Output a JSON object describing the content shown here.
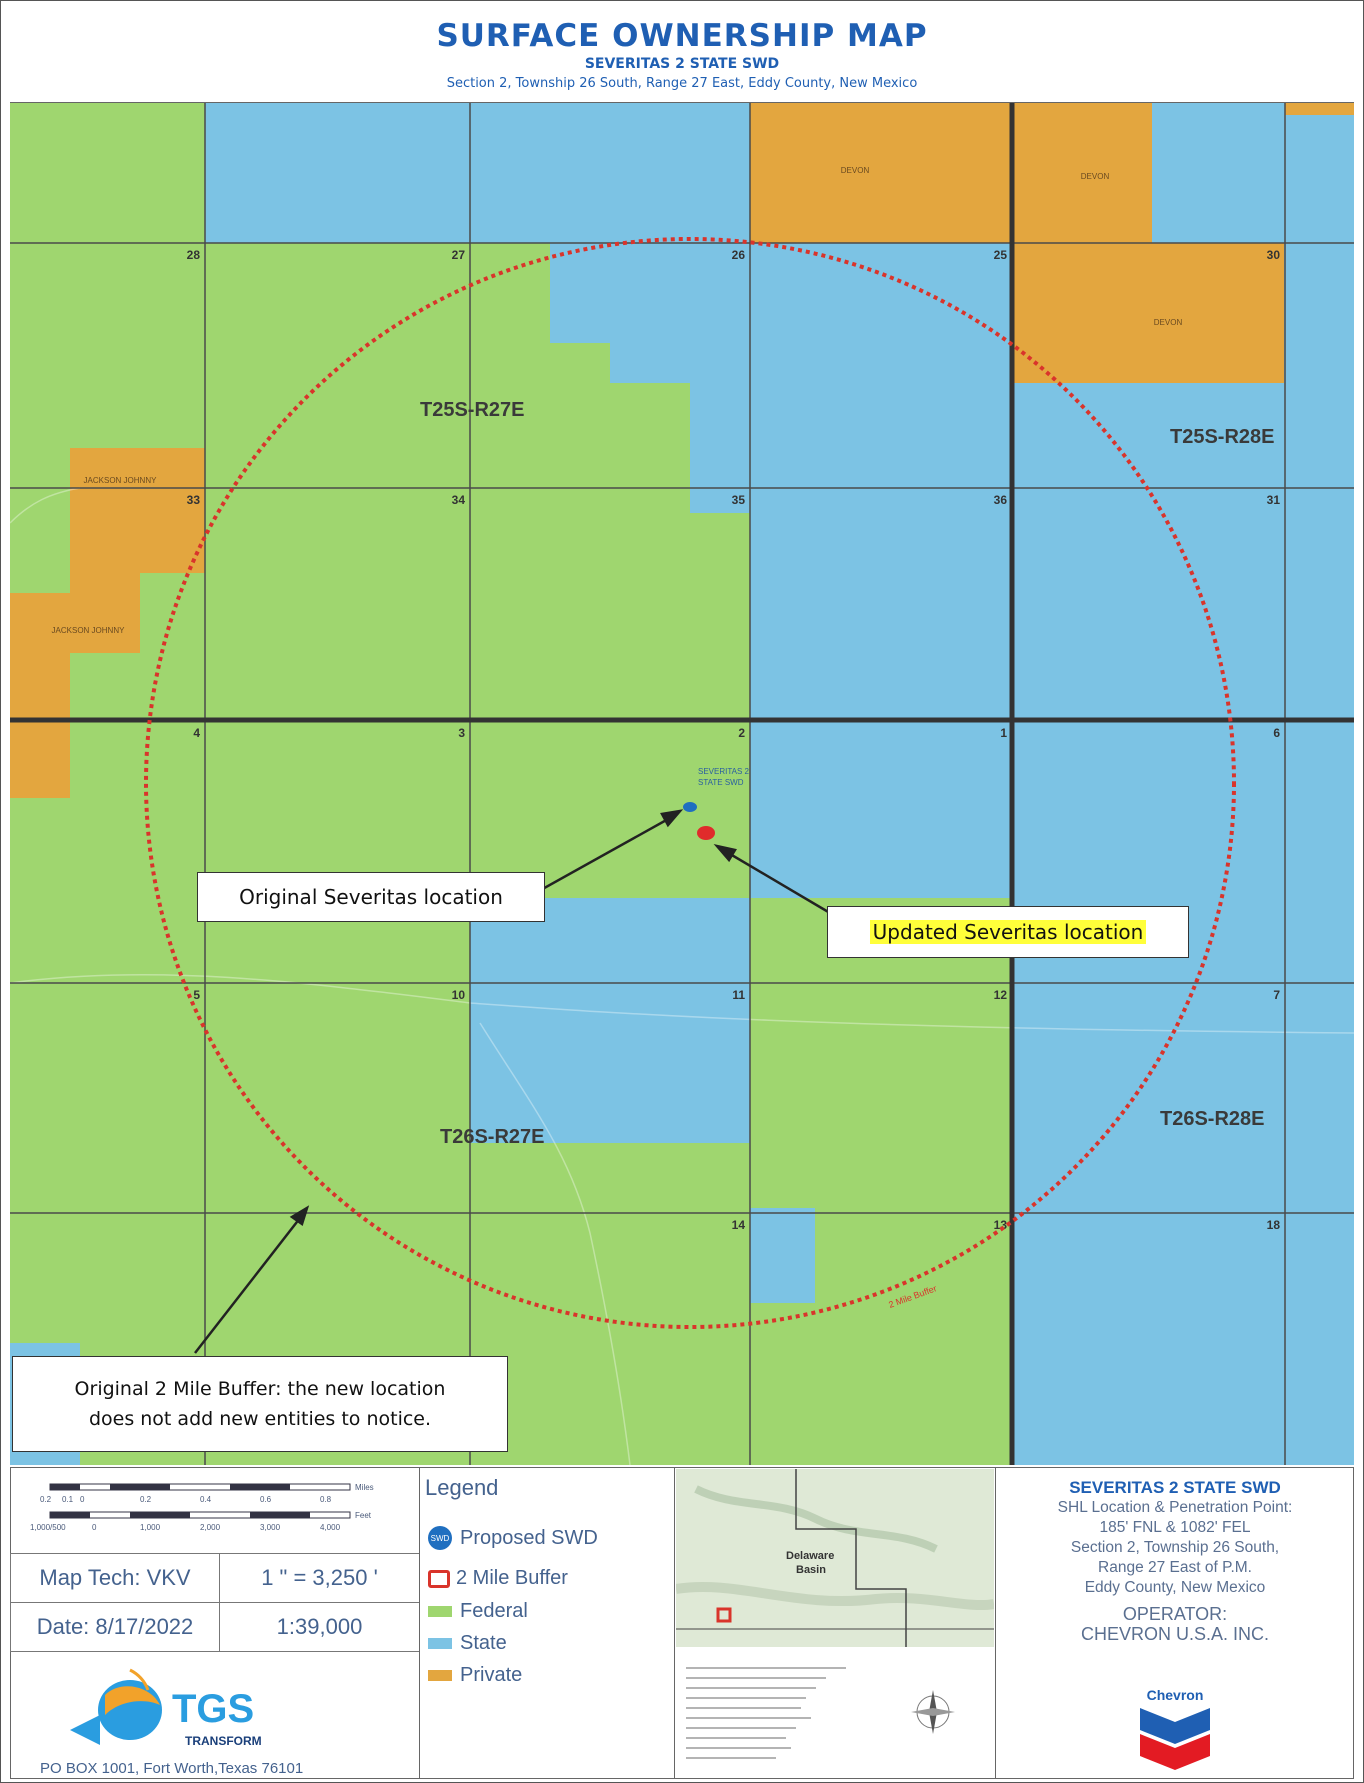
{
  "header": {
    "title": "SURFACE OWNERSHIP MAP",
    "subtitle": "SEVERITAS 2 STATE SWD",
    "location_line": "Section 2, Township 26 South, Range 27 East, Eddy County, New Mexico"
  },
  "colors": {
    "federal": "#9fd66f",
    "state": "#7cc3e4",
    "private": "#e3a63f",
    "buffer": "#d9342b",
    "township_line": "#333333",
    "title": "#1f5fb3"
  },
  "map": {
    "section_numbers": [
      {
        "id": "28",
        "label": "28"
      },
      {
        "id": "27",
        "label": "27"
      },
      {
        "id": "26",
        "label": "26"
      },
      {
        "id": "25",
        "label": "25"
      },
      {
        "id": "30",
        "label": "30"
      },
      {
        "id": "33",
        "label": "33"
      },
      {
        "id": "34",
        "label": "34"
      },
      {
        "id": "35",
        "label": "35"
      },
      {
        "id": "36",
        "label": "36"
      },
      {
        "id": "31",
        "label": "31"
      },
      {
        "id": "4",
        "label": "4"
      },
      {
        "id": "3",
        "label": "3"
      },
      {
        "id": "2",
        "label": "2"
      },
      {
        "id": "1",
        "label": "1"
      },
      {
        "id": "6",
        "label": "6"
      },
      {
        "id": "5",
        "label": "5"
      },
      {
        "id": "10",
        "label": "10"
      },
      {
        "id": "11",
        "label": "11"
      },
      {
        "id": "12",
        "label": "12"
      },
      {
        "id": "7",
        "label": "7"
      },
      {
        "id": "14",
        "label": "14"
      },
      {
        "id": "13",
        "label": "13"
      },
      {
        "id": "18",
        "label": "18"
      }
    ],
    "townships": [
      {
        "id": "nw",
        "label": "T25S-R27E"
      },
      {
        "id": "ne",
        "label": "T25S-R28E"
      },
      {
        "id": "sw",
        "label": "T26S-R27E"
      },
      {
        "id": "se",
        "label": "T26S-R28E"
      }
    ],
    "owner_labels": [
      {
        "id": "devon1",
        "label": "DEVON"
      },
      {
        "id": "devon2",
        "label": "DEVON"
      },
      {
        "id": "devon3",
        "label": "DEVON"
      },
      {
        "id": "jackson1",
        "label": "JACKSON JOHNNY"
      },
      {
        "id": "jackson2",
        "label": "JACKSON JOHNNY"
      }
    ],
    "well_label_line1": "SEVERITAS 2",
    "well_label_line2": "STATE SWD",
    "buffer_label": "2 Mile Buffer"
  },
  "callouts": {
    "original_location": "Original Severitas location",
    "updated_location": "Updated Severitas location",
    "buffer_note_line1": "Original 2 Mile Buffer: the new location",
    "buffer_note_line2": "does not add new entities to notice."
  },
  "scale_bar": {
    "mile_ticks": [
      "0.2",
      "0.1",
      "0",
      "0.2",
      "0.4",
      "0.6",
      "0.8"
    ],
    "mile_unit": "Miles",
    "feet_ticks": [
      "1,000/500",
      "0",
      "1,000",
      "2,000",
      "3,000",
      "4,000"
    ],
    "feet_unit": "Feet"
  },
  "info": {
    "map_tech": "Map Tech: VKV",
    "scale_ratio": "1 \" = 3,250 '",
    "date": "Date: 8/17/2022",
    "scale_fraction": "1:39,000"
  },
  "logo": {
    "name": "TGS",
    "sub": "TRANSFORM"
  },
  "address": "PO BOX 1001, Fort Worth,Texas 76101",
  "legend": {
    "title": "Legend",
    "items": [
      {
        "id": "swd",
        "label": "Proposed SWD",
        "icon_text": "SWD"
      },
      {
        "id": "buffer",
        "label": "2 Mile Buffer"
      },
      {
        "id": "federal",
        "label": "Federal"
      },
      {
        "id": "state",
        "label": "State"
      },
      {
        "id": "private",
        "label": "Private"
      }
    ]
  },
  "inset": {
    "label1": "Delaware",
    "label2": "Basin"
  },
  "infobox": {
    "title": "SEVERITAS 2 STATE SWD",
    "line1": "SHL Location & Penetration Point:",
    "line2": "185' FNL & 1082' FEL",
    "line3": "Section 2, Township 26 South,",
    "line4": "Range 27 East of P.M.",
    "line5": "Eddy County, New Mexico",
    "operator_label": "OPERATOR:",
    "operator": "CHEVRON U.S.A. INC.",
    "operator_logo": "Chevron"
  }
}
